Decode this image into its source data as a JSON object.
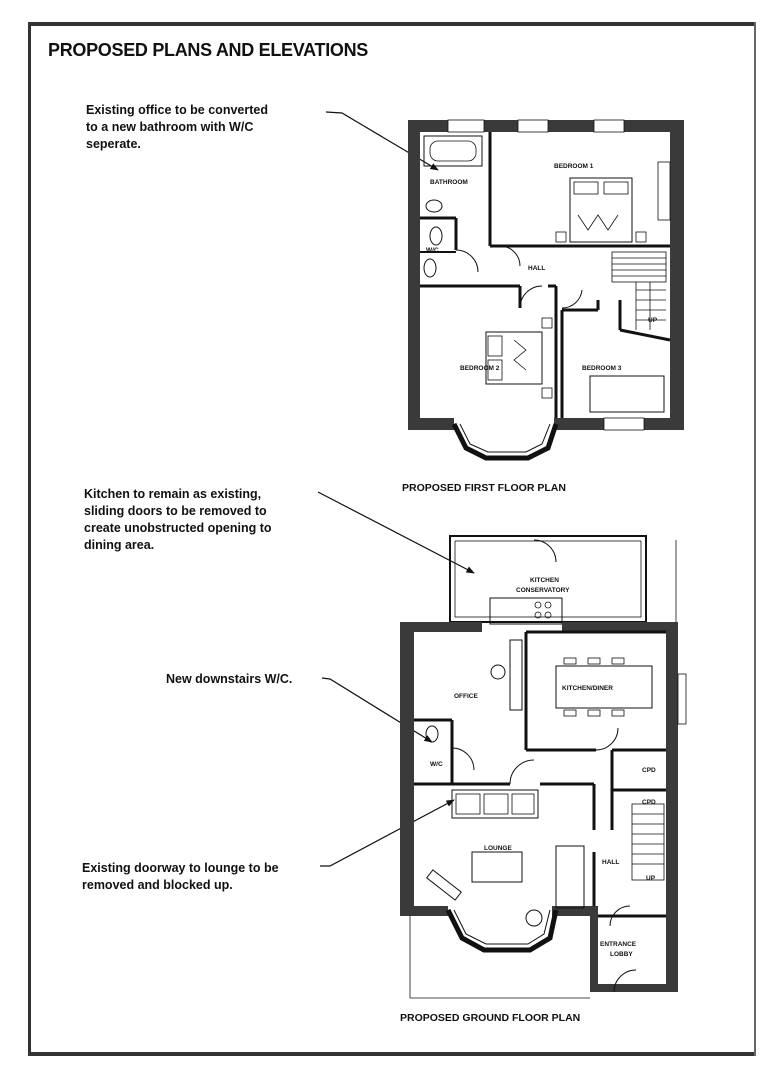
{
  "page": {
    "title": "PROPOSED PLANS AND ELEVATIONS"
  },
  "annotations": [
    {
      "lines": [
        "Existing office to be converted",
        "to a new bathroom with W/C",
        "seperate."
      ]
    },
    {
      "lines": [
        "Kitchen to remain as existing,",
        "sliding doors to be removed to",
        "create unobstructed opening to",
        "dining area."
      ]
    },
    {
      "lines": [
        "New downstairs W/C."
      ]
    },
    {
      "lines": [
        "Existing doorway to lounge to be",
        "removed and blocked up."
      ]
    }
  ],
  "first_floor": {
    "plan_title": "PROPOSED FIRST FLOOR PLAN",
    "rooms": {
      "bathroom": "BATHROOM",
      "wc": "W/C",
      "bedroom1": "BEDROOM 1",
      "hall": "HALL",
      "up": "UP",
      "bedroom2": "BEDROOM 2",
      "bedroom3": "BEDROOM 3"
    }
  },
  "ground_floor": {
    "plan_title": "PROPOSED GROUND FLOOR PLAN",
    "rooms": {
      "kitchen_line1": "KITCHEN",
      "kitchen_line2": "CONSERVATORY",
      "office": "OFFICE",
      "kitchen_diner": "KITCHEN/DINER",
      "wc": "W/C",
      "cpd1": "CPD",
      "cpd2": "CPD",
      "lounge": "LOUNGE",
      "hall": "HALL",
      "up": "UP",
      "entrance_line1": "ENTRANCE",
      "entrance_line2": "LOBBY"
    }
  },
  "colors": {
    "wall": "#3a3a3a",
    "line": "#111111"
  }
}
